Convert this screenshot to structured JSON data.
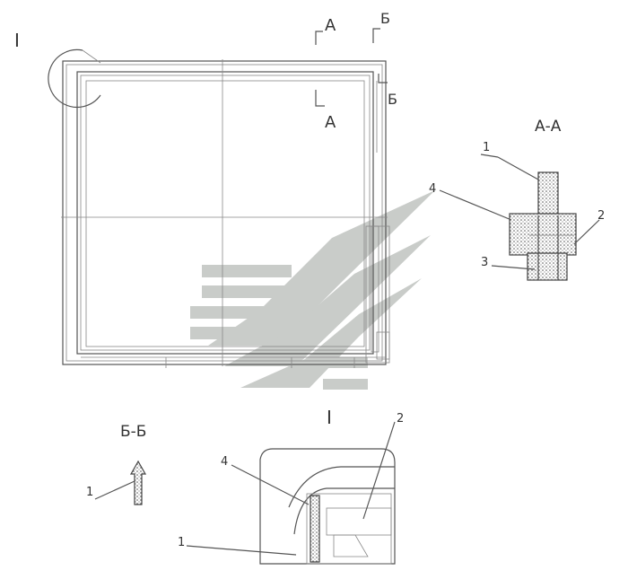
{
  "section_labels": {
    "detail_main": "I",
    "detail_view": "I",
    "section_a_top": "A",
    "section_a_bottom": "A",
    "section_b_top": "Б",
    "section_b_bottom": "Б",
    "section_aa": "А-А",
    "section_bb": "Б-Б"
  },
  "callouts": {
    "aa_1": "1",
    "aa_2": "2",
    "aa_3": "3",
    "aa_4": "4",
    "bb_1": "1",
    "detail_1": "1",
    "detail_2": "2",
    "detail_4": "4"
  },
  "colors": {
    "line": "#555555",
    "watermark": "#c9ccc9"
  }
}
